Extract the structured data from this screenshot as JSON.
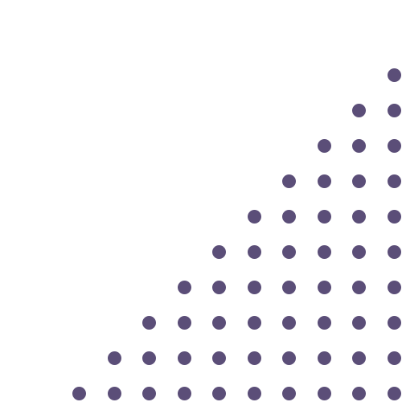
{
  "pattern": {
    "shape": "staircase-triangle",
    "corner": "bottom-right",
    "rows": 10,
    "dots_per_row": [
      1,
      2,
      3,
      4,
      5,
      6,
      7,
      8,
      9,
      10
    ],
    "dot_color": "#5b4e78",
    "background_color": "#ffffff"
  }
}
